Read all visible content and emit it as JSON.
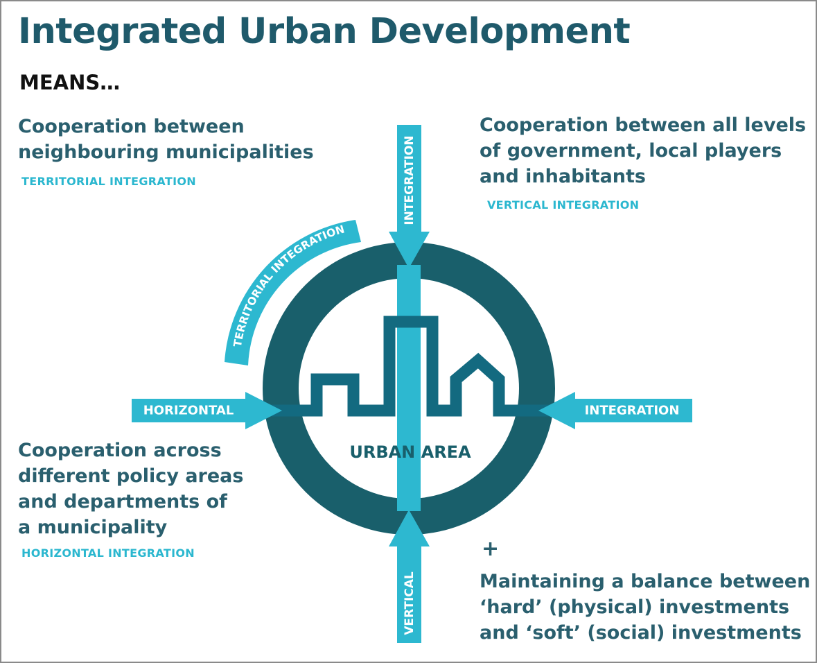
{
  "title": "Integrated Urban Development",
  "subtitle": "MEANS…",
  "territorial": {
    "lines": [
      "Cooperation between",
      "neighbouring municipalities"
    ],
    "tag": "TERRITORIAL INTEGRATION"
  },
  "vertical": {
    "lines": [
      "Cooperation between all levels",
      "of government, local players",
      "and inhabitants"
    ],
    "tag": "VERTICAL INTEGRATION"
  },
  "horizontal": {
    "lines": [
      "Cooperation across",
      "different policy areas",
      "and departments of",
      "a municipality"
    ],
    "tag": "HORIZONTAL INTEGRATION"
  },
  "balance": {
    "plus": "+",
    "lines": [
      "Maintaining a balance between",
      "‘hard’ (physical) investments",
      "and ‘soft’ (social) investments"
    ]
  },
  "diagram": {
    "arrow_top_label": "INTEGRATION",
    "arrow_bottom_label": "VERTICAL",
    "arrow_left_label": "HORIZONTAL",
    "arrow_right_label": "INTEGRATION",
    "arc_label": "TERRITORIAL INTEGRATION",
    "center_label": "URBAN AREA"
  },
  "colors": {
    "dark_teal": "#195f6b",
    "skyline": "#136a80",
    "cyan": "#2db8d0",
    "text_teal": "#2a5f6e",
    "tag_cyan": "#2bb7cf"
  }
}
